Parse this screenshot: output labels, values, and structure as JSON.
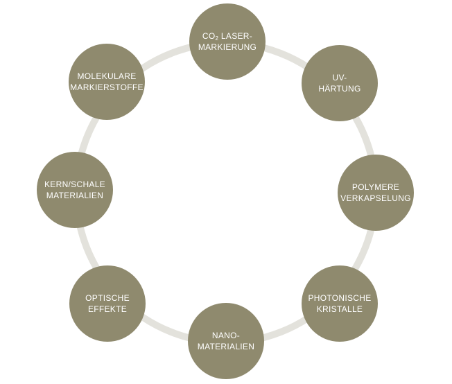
{
  "colors": {
    "node_fill": "#8f8a6e",
    "ring": "#e3e2dc",
    "text": "#ffffff"
  },
  "nodes": [
    {
      "id": "co2-laser-markierung",
      "line1_pre": "CO",
      "line1_sub": "2",
      "line1_post": " LASER-",
      "line2": "MARKIERUNG"
    },
    {
      "id": "uv-haertung",
      "line1": "UV-",
      "line2": "HÄRTUNG"
    },
    {
      "id": "polymere-verkapselung",
      "line1": "POLYMERE",
      "line2": "VERKAPSELUNG"
    },
    {
      "id": "photonische-kristalle",
      "line1": "PHOTONISCHE",
      "line2": "KRISTALLE"
    },
    {
      "id": "nano-materialien",
      "line1": "NANO-",
      "line2": "MATERIALIEN"
    },
    {
      "id": "optische-effekte",
      "line1": "OPTISCHE",
      "line2": "EFFEKTE"
    },
    {
      "id": "kern-schale-materialien",
      "line1": "KERN/SCHALE",
      "line2": "MATERIALIEN"
    },
    {
      "id": "molekulare-markierstoffe",
      "line1": "MOLEKULARE",
      "line2": "MARKIERSTOFFE"
    }
  ]
}
